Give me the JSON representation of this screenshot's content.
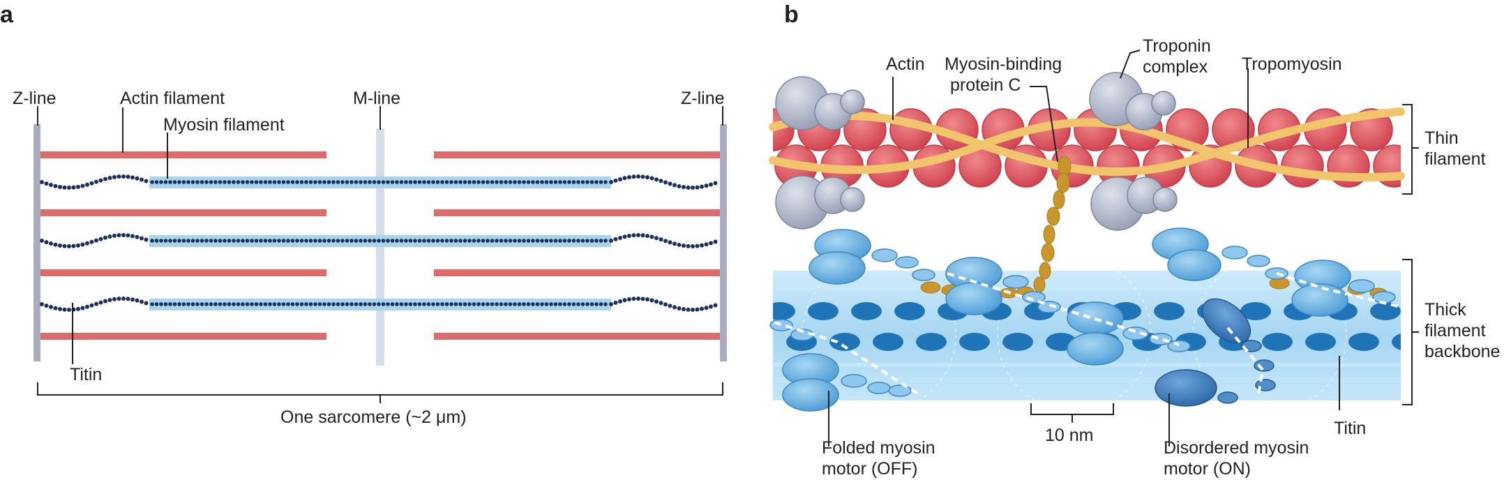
{
  "panel_a": {
    "letter": "a",
    "labels": {
      "z_line_left": "Z-line",
      "actin_filament": "Actin filament",
      "m_line": "M-line",
      "z_line_right": "Z-line",
      "myosin_filament": "Myosin filament",
      "titin": "Titin",
      "sarcomere": "One sarcomere (~2 μm)"
    },
    "colors": {
      "actin": "#de6b6b",
      "myosin": "#a9d4ee",
      "titin": "#1c2f5c",
      "z_line": "#a8acbc",
      "m_line": "#d6dde8"
    }
  },
  "panel_b": {
    "letter": "b",
    "labels": {
      "actin": "Actin",
      "mybpc_line1": "Myosin-binding",
      "mybpc_line2": "protein C",
      "troponin_line1": "Troponin",
      "troponin_line2": "complex",
      "tropomyosin": "Tropomyosin",
      "thin_line1": "Thin",
      "thin_line2": "filament",
      "thick_line1": "Thick",
      "thick_line2": "filament",
      "thick_line3": "backbone",
      "folded_line1": "Folded myosin",
      "folded_line2": "motor (OFF)",
      "scale": "10 nm",
      "disordered_line1": "Disordered myosin",
      "disordered_line2": "motor (ON)",
      "titin": "Titin"
    },
    "colors": {
      "actin": "#d9525c",
      "tropomyosin": "#f2c56c",
      "troponin": "#aab0c2",
      "mybpc": "#c9962c",
      "myosin": "#6cb3e4",
      "myosin_on": "#3a7fc0",
      "backbone": "#b3dcf4"
    }
  }
}
